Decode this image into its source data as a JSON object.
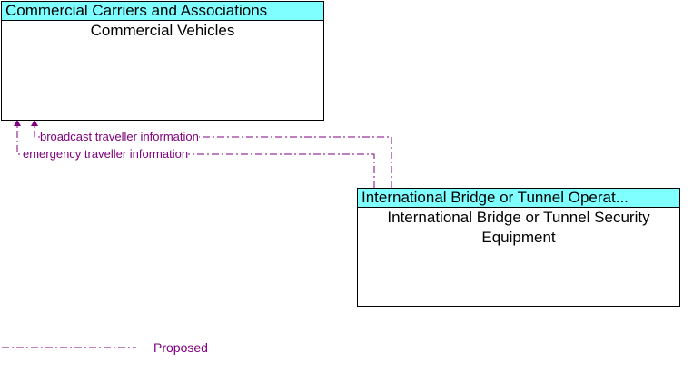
{
  "elements": [
    {
      "header": "Commercial Carriers and Associations",
      "body": "Commercial Vehicles"
    },
    {
      "header": "International Bridge or Tunnel Operat...",
      "body": "International Bridge or Tunnel Security Equipment"
    }
  ],
  "flows": [
    {
      "label": "broadcast traveller information"
    },
    {
      "label": "emergency traveller information"
    }
  ],
  "legend": {
    "label": "Proposed"
  },
  "colors": {
    "flow": "#800080",
    "header": "#7fffff"
  }
}
